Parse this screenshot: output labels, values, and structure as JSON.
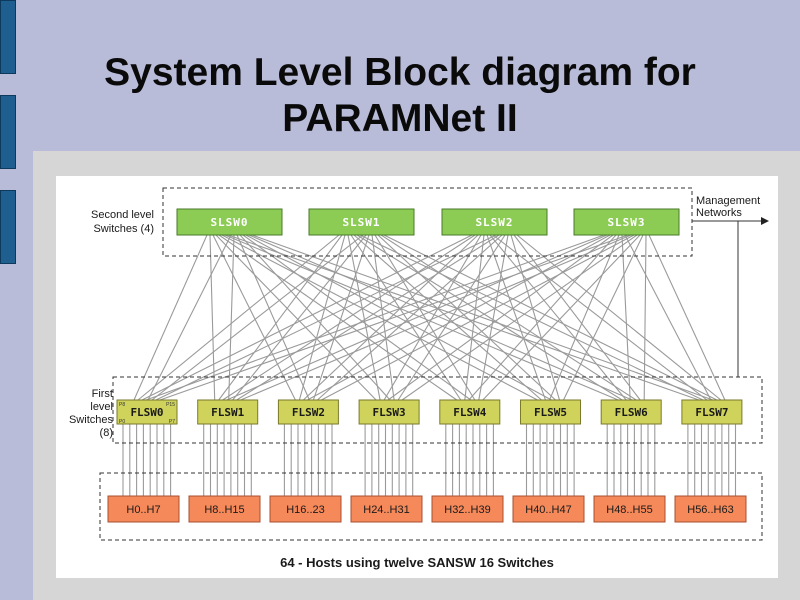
{
  "slide": {
    "title_line1": "System Level Block diagram for",
    "title_line2": "PARAMNet II"
  },
  "diagram": {
    "second_level_label": [
      "Second level",
      "Switches (4)"
    ],
    "first_level_label": [
      "First",
      "level",
      "Switches",
      "(8)"
    ],
    "management_label": [
      "Management",
      "Networks"
    ],
    "slsw": [
      "SLSW0",
      "SLSW1",
      "SLSW2",
      "SLSW3"
    ],
    "flsw": [
      "FLSW0",
      "FLSW1",
      "FLSW2",
      "FLSW3",
      "FLSW4",
      "FLSW5",
      "FLSW6",
      "FLSW7"
    ],
    "hosts": [
      "H0..H7",
      "H8..H15",
      "H16..23",
      "H24..H31",
      "H32..H39",
      "H40..H47",
      "H48..H55",
      "H56..H63"
    ],
    "port_labels": [
      "P8",
      "P15",
      "P0",
      "P7"
    ],
    "caption": "64 - Hosts using twelve SANSW 16 Switches",
    "colors": {
      "slsw_fill": "#8ccc55",
      "flsw_fill": "#cfd35c",
      "host_fill": "#f5895a",
      "link": "#9a9a9a"
    }
  }
}
